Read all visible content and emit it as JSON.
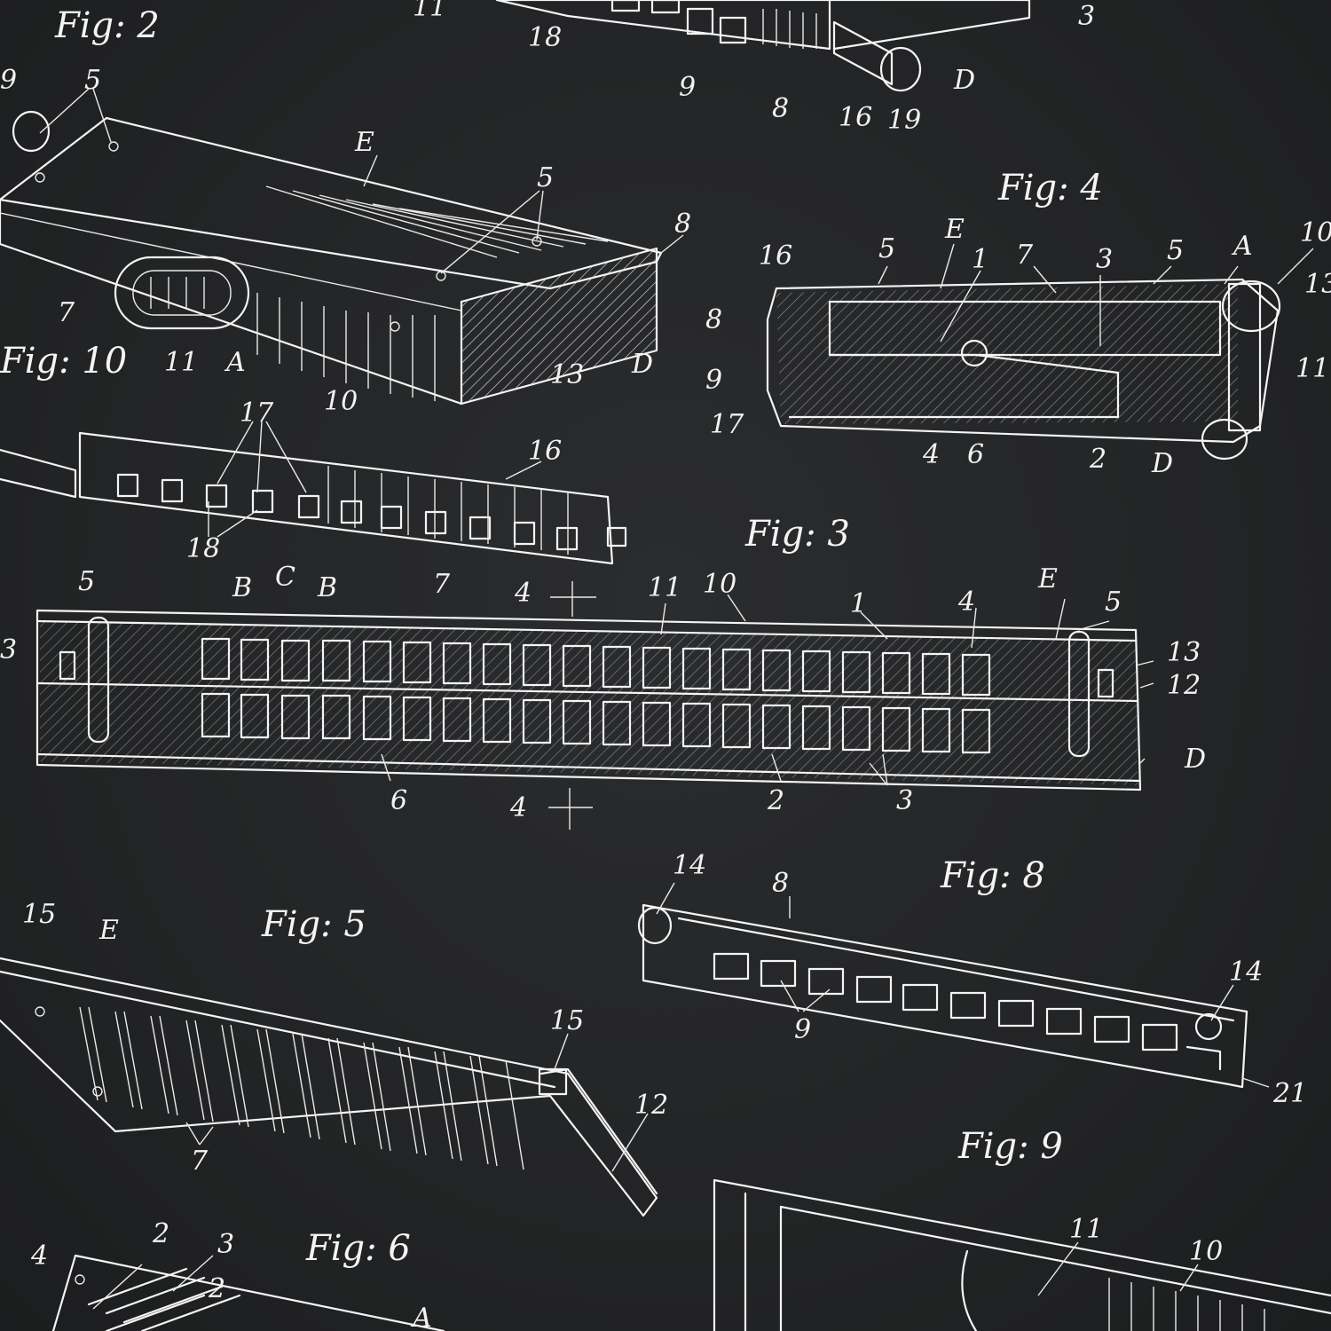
{
  "colors": {
    "background": "#232425",
    "ink": "#f4f4f4"
  },
  "figure_captions": {
    "fig2": "Fig: 2",
    "fig4": "Fig: 4",
    "fig10": "Fig: 10",
    "fig3": "Fig: 3",
    "fig5": "Fig: 5",
    "fig8": "Fig: 8",
    "fig9": "Fig: 9",
    "fig6": "Fig: 6"
  },
  "reference_labels": {
    "top": [
      "11",
      "18",
      "9",
      "8",
      "16",
      "19",
      "D",
      "3"
    ],
    "fig10": [
      "9",
      "5",
      "E",
      "5",
      "8",
      "7",
      "11",
      "A",
      "10",
      "13",
      "D"
    ],
    "fig4": [
      "5",
      "E",
      "1",
      "7",
      "3",
      "5",
      "A",
      "10",
      "16",
      "8",
      "9",
      "17",
      "4",
      "6",
      "2",
      "D",
      "11",
      "13"
    ],
    "strip": [
      "17",
      "16",
      "18"
    ],
    "fig3": [
      "5",
      "B",
      "C",
      "B",
      "7",
      "4",
      "11",
      "10",
      "1",
      "4",
      "E",
      "5",
      "13",
      "12",
      "D",
      "6",
      "4",
      "2",
      "3",
      "3"
    ],
    "fig8": [
      "14",
      "8",
      "9",
      "14",
      "21"
    ],
    "fig5": [
      "15",
      "E",
      "15",
      "12",
      "7"
    ],
    "fig9": [
      "11",
      "10"
    ],
    "fig6": [
      "4",
      "2",
      "3",
      "2",
      "A"
    ]
  }
}
